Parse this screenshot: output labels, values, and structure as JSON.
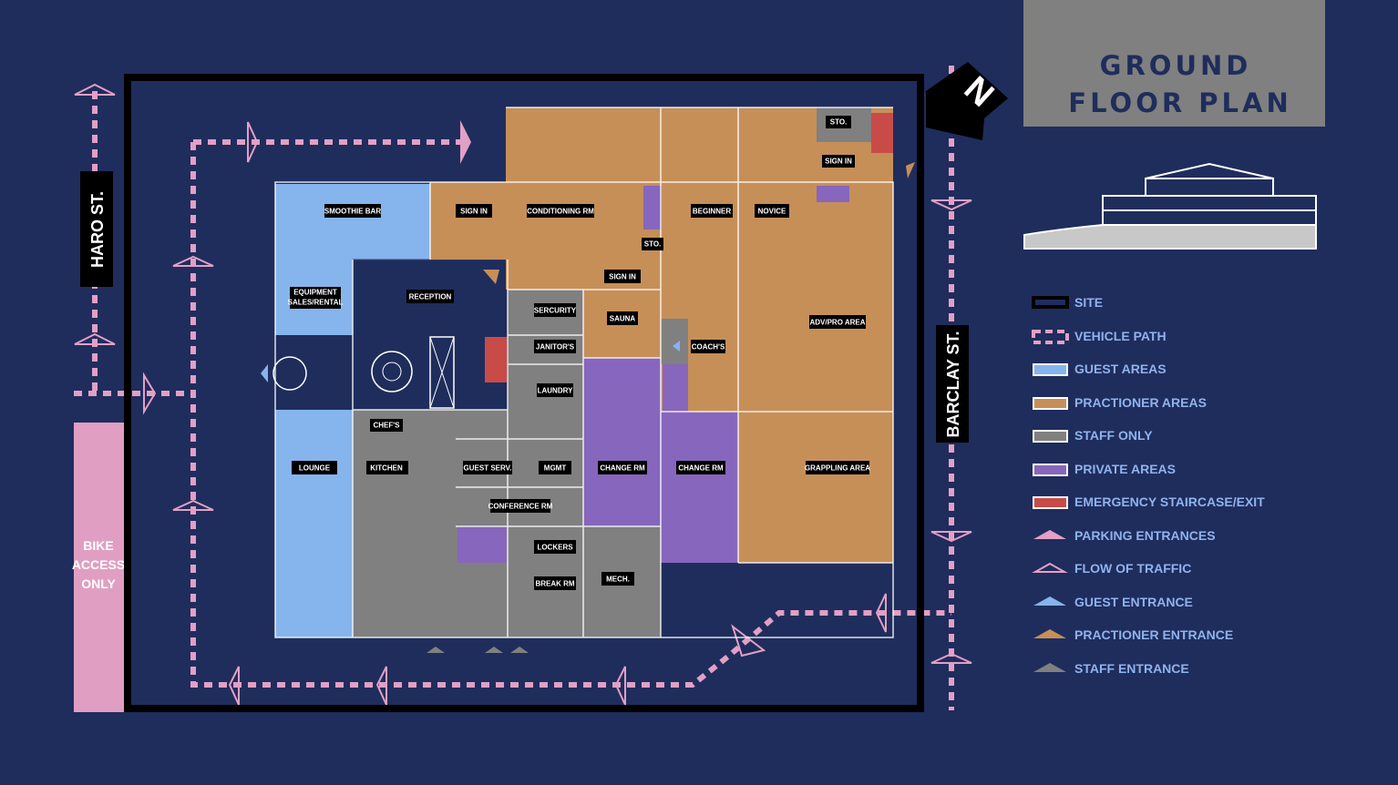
{
  "title": {
    "line1": "GROUND",
    "line2": "FLOOR PLAN"
  },
  "north": "N",
  "streets": {
    "left": "HARO ST.",
    "right": "BARCLAY ST."
  },
  "bike": {
    "line1": "BIKE",
    "line2": "ACCESS",
    "line3": "ONLY"
  },
  "colors": {
    "background": "#1f2d5c",
    "guest": "#86b4ec",
    "practitioner": "#c68f58",
    "staff": "#808080",
    "private": "#8766bd",
    "emergency": "#c84b48",
    "vehicle": "#e2a0c5",
    "bike": "#e09fc2"
  },
  "rooms": {
    "smoothie_bar": "SMOOTHIE BAR",
    "equipment_line1": "EQUIPMENT",
    "equipment_line2": "SALES/RENTAL",
    "reception": "RECEPTION",
    "lounge": "LOUNGE",
    "chefs": "CHEF'S",
    "kitchen": "KITCHEN",
    "guest_serv": "GUEST SERV.",
    "mgmt": "MGMT",
    "conference": "CONFERENCE RM",
    "lockers": "LOCKERS",
    "break_rm": "BREAK RM",
    "mech": "MECH.",
    "security": "SERCURITY",
    "janitors": "JANITOR'S",
    "laundry": "LAUNDRY",
    "sauna": "SAUNA",
    "sign_in_1": "SIGN IN",
    "sign_in_2": "SIGN IN",
    "sign_in_3": "SIGN IN",
    "conditioning": "CONDITIONING RM",
    "sto_1": "STO.",
    "sto_2": "STO.",
    "beginner": "BEGINNER",
    "novice": "NOVICE",
    "adv_pro": "ADV/PRO AREA",
    "coachs": "COACH'S",
    "change_rm_1": "CHANGE RM",
    "change_rm_2": "CHANGE RM",
    "grappling": "GRAPPLING AREA"
  },
  "legend": [
    {
      "label": "SITE",
      "icon": "site-box-icon"
    },
    {
      "label": "VEHICLE PATH",
      "icon": "dashed-box-icon"
    },
    {
      "label": "GUEST AREAS",
      "icon": "guest-swatch-icon"
    },
    {
      "label": "PRACTIONER AREAS",
      "icon": "practitioner-swatch-icon"
    },
    {
      "label": "STAFF ONLY",
      "icon": "staff-swatch-icon"
    },
    {
      "label": "PRIVATE AREAS",
      "icon": "private-swatch-icon"
    },
    {
      "label": "EMERGENCY STAIRCASE/EXIT",
      "icon": "emergency-swatch-icon"
    },
    {
      "label": "PARKING ENTRANCES",
      "icon": "pink-triangle-icon"
    },
    {
      "label": "FLOW OF TRAFFIC",
      "icon": "outline-triangle-icon"
    },
    {
      "label": "GUEST ENTRANCE",
      "icon": "blue-triangle-icon"
    },
    {
      "label": "PRACTIONER ENTRANCE",
      "icon": "orange-triangle-icon"
    },
    {
      "label": "STAFF ENTRANCE",
      "icon": "gray-triangle-icon"
    }
  ]
}
